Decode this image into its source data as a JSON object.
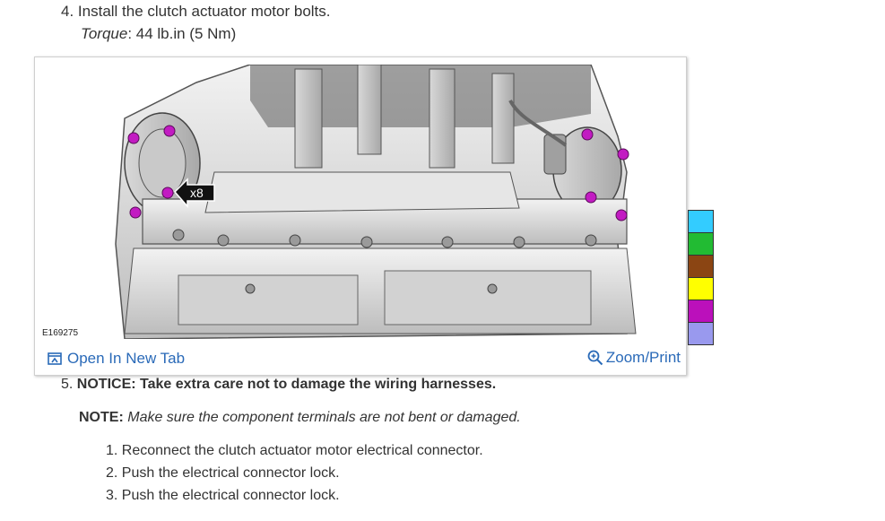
{
  "step4": {
    "number": "4.",
    "text": "Install the clutch actuator motor bolts.",
    "torque_label": "Torque",
    "torque_value": ": 44 lb.in (5 Nm)"
  },
  "figure": {
    "id": "E169275",
    "callout": "x8",
    "open_link": "Open In New Tab",
    "zoom_link": "Zoom/Print",
    "icons": [
      "open-new-tab-icon",
      "zoom-icon"
    ]
  },
  "step5": {
    "number": "5.",
    "notice": "NOTICE: Take extra care not to damage the wiring harnesses.",
    "note_label": "NOTE:",
    "note_text": "Make sure the component terminals are not bent or damaged.",
    "substeps": [
      "1. Reconnect the clutch actuator motor electrical connector.",
      "2. Push the electrical connector lock.",
      "3. Push the electrical connector lock."
    ]
  },
  "swatches": [
    "#33ccff",
    "#22bb33",
    "#8b4513",
    "#ffff00",
    "#bb10bb",
    "#9999ee"
  ]
}
